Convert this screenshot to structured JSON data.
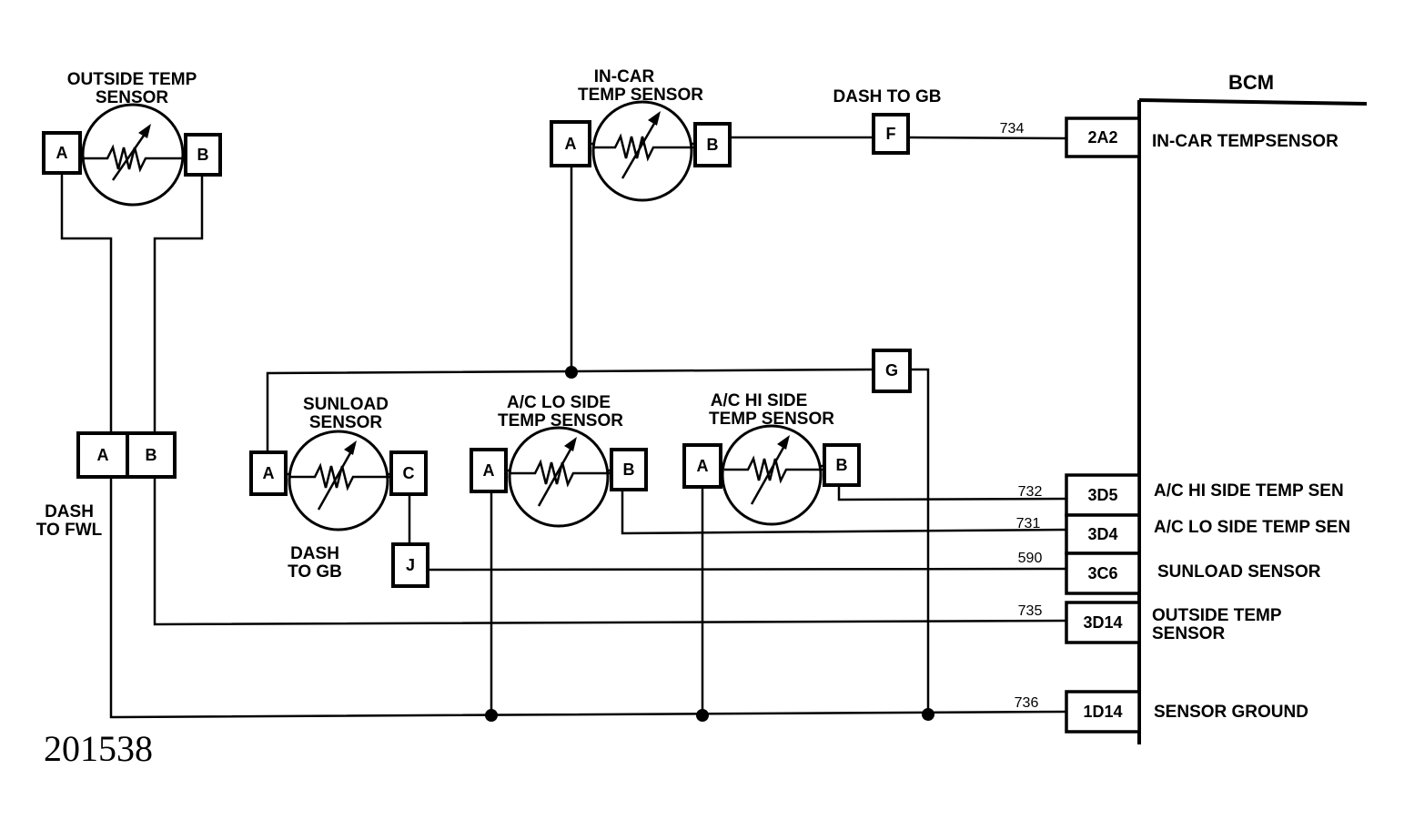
{
  "bcm": {
    "title": "BCM",
    "pins": [
      {
        "id": "2A2",
        "circuit": "734",
        "function": "IN-CAR TEMPSENSOR"
      },
      {
        "id": "3D5",
        "circuit": "732",
        "function": "A/C HI SIDE TEMP SEN"
      },
      {
        "id": "3D4",
        "circuit": "731",
        "function": "A/C LO SIDE TEMP SEN"
      },
      {
        "id": "3C6",
        "circuit": "590",
        "function": "SUNLOAD SENSOR"
      },
      {
        "id": "3D14",
        "circuit": "735",
        "function_line1": "OUTSIDE TEMP",
        "function_line2": "SENSOR"
      },
      {
        "id": "1D14",
        "circuit": "736",
        "function": "SENSOR GROUND"
      }
    ]
  },
  "sensors": {
    "outside": {
      "line1": "OUTSIDE TEMP",
      "line2": "SENSOR",
      "pin_a": "A",
      "pin_b": "B"
    },
    "in_car": {
      "line1": "IN-CAR",
      "line2": "TEMP SENSOR",
      "pin_a": "A",
      "pin_b": "B"
    },
    "sunload": {
      "line1": "SUNLOAD",
      "line2": "SENSOR",
      "pin_a": "A",
      "pin_c": "C"
    },
    "ac_lo": {
      "line1": "A/C LO SIDE",
      "line2": "TEMP SENSOR",
      "pin_a": "A",
      "pin_b": "B"
    },
    "ac_hi": {
      "line1": "A/C HI SIDE",
      "line2": "TEMP SENSOR",
      "pin_a": "A",
      "pin_b": "B"
    }
  },
  "connectors": {
    "dash_to_gb_top": {
      "line1": "DASH TO GB",
      "pin": "F"
    },
    "dash_to_gb_g": {
      "pin": "G"
    },
    "dash_to_gb_bottom": {
      "line1": "DASH",
      "line2": "TO GB",
      "pin": "J"
    },
    "dash_to_fwl": {
      "line1": "DASH",
      "line2": "TO FWL",
      "pin_a": "A",
      "pin_b": "B"
    }
  },
  "figure_number": "201538"
}
